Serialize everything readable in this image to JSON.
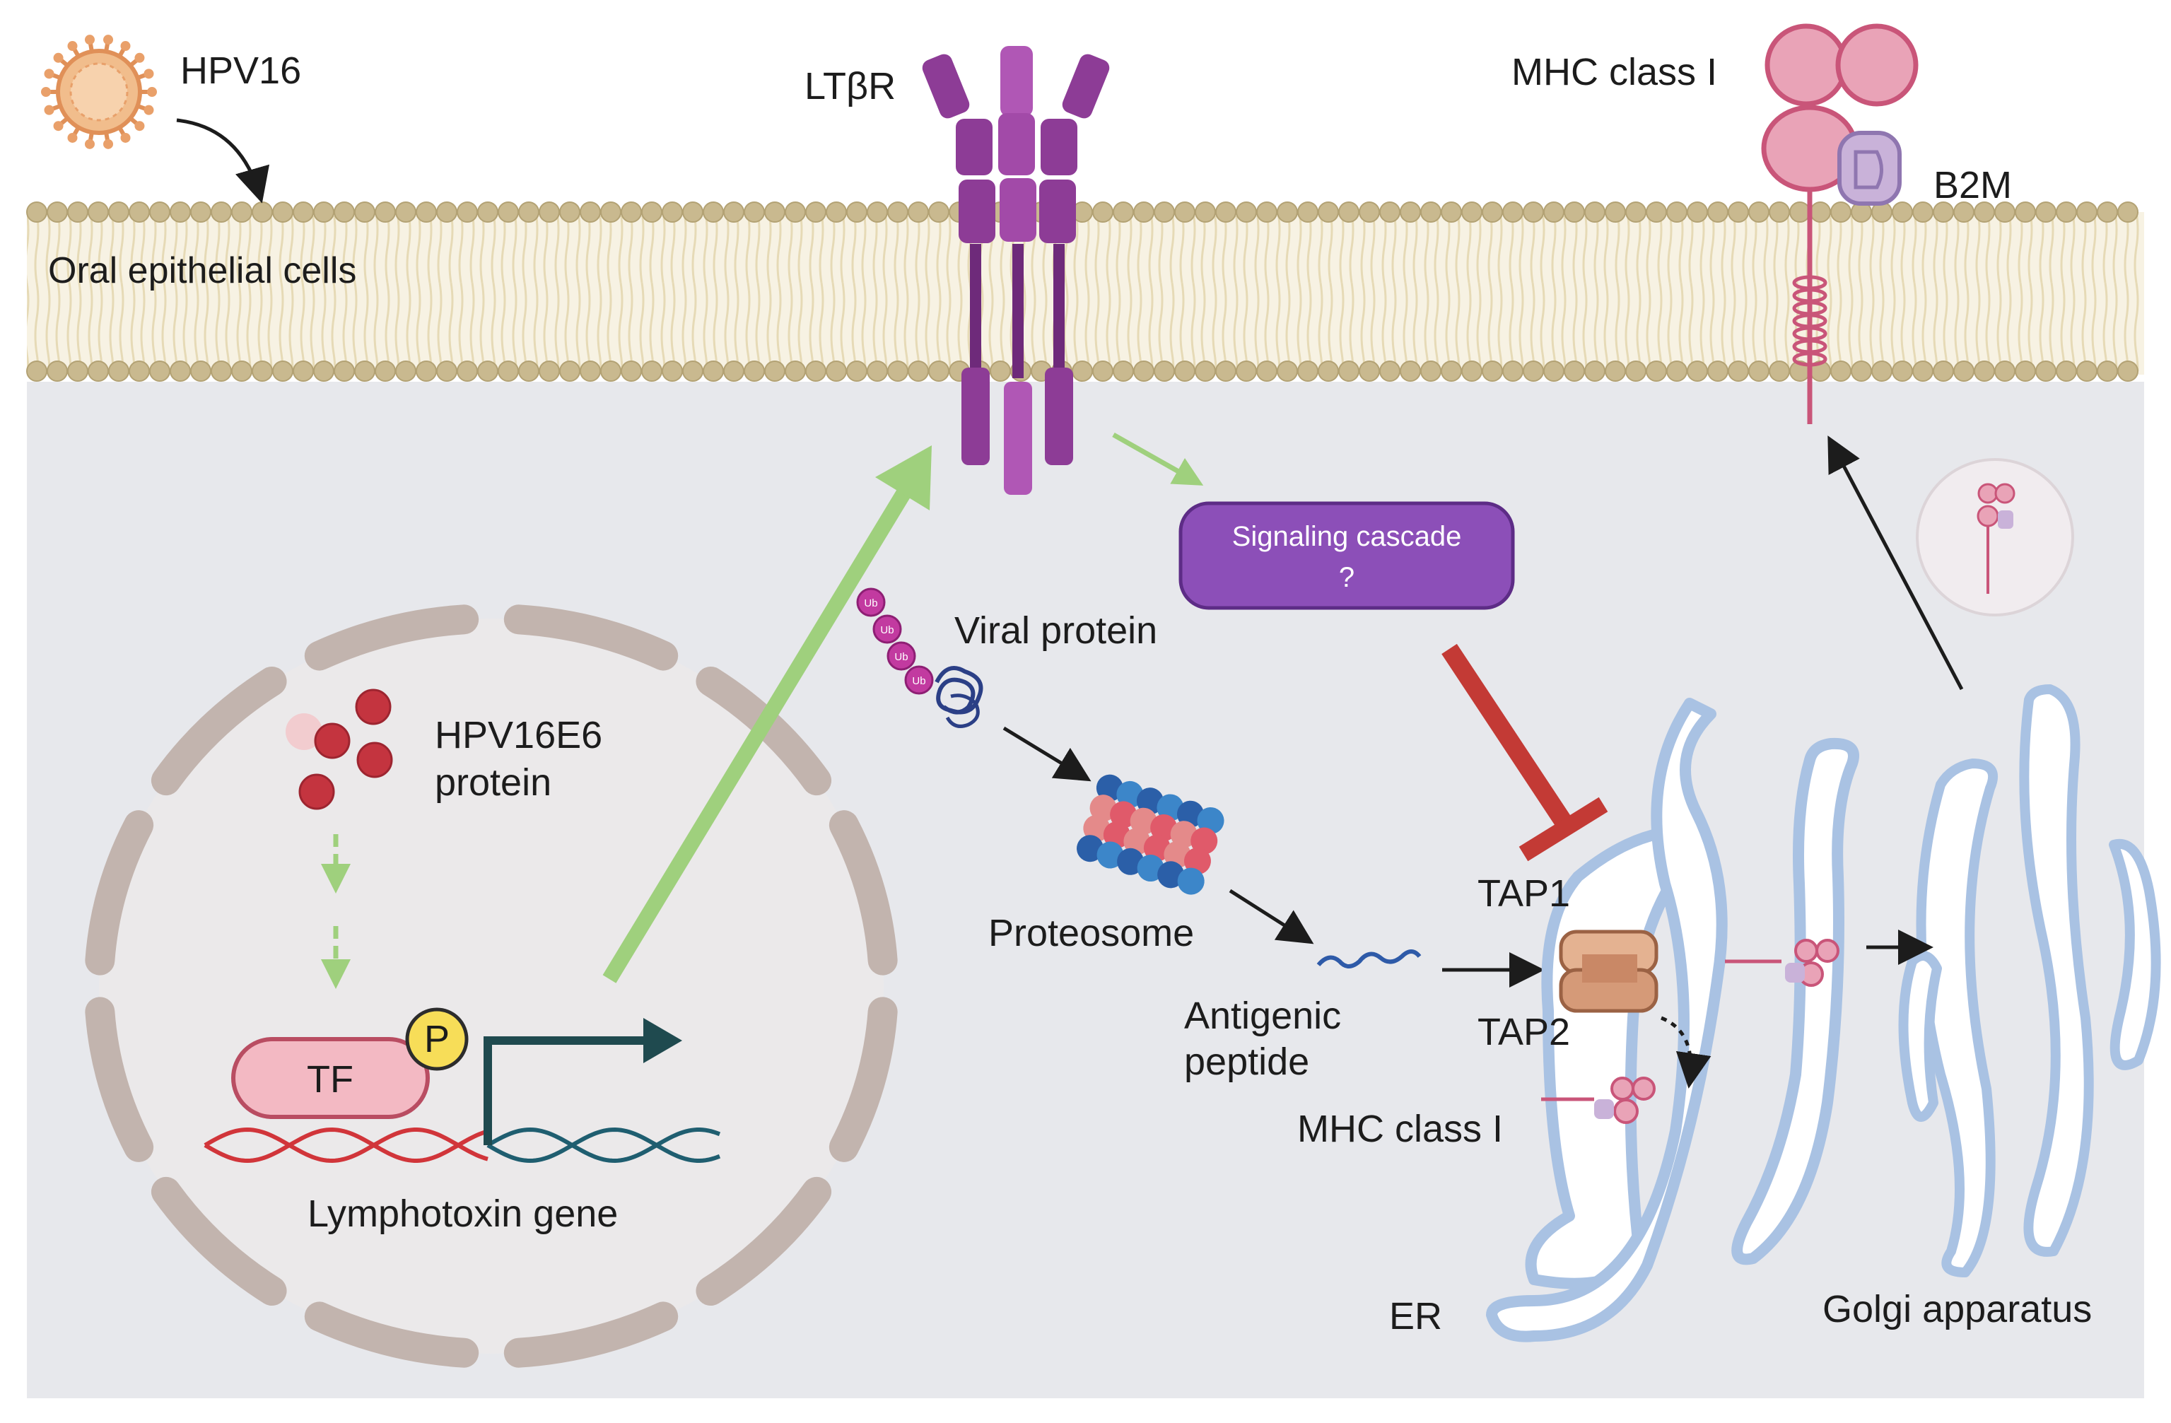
{
  "labels": {
    "hpv16": "HPV16",
    "oral_epithelial_cells": "Oral epithelial cells",
    "ltbr": "LTβR",
    "mhc_class_i_top": "MHC class I",
    "b2m": "B2M",
    "signaling_cascade": "Signaling cascade",
    "signaling_unknown": "?",
    "viral_protein": "Viral protein",
    "hpv16e6_line1": "HPV16E6",
    "hpv16e6_line2": "protein",
    "proteosome": "Proteosome",
    "antigenic_line1": "Antigenic",
    "antigenic_line2": "peptide",
    "tap1": "TAP1",
    "tap2": "TAP2",
    "mhc_class_i_er": "MHC class I",
    "tf": "TF",
    "phospho": "P",
    "lymphotoxin_gene": "Lymphotoxin gene",
    "er": "ER",
    "golgi": "Golgi apparatus",
    "ub": "Ub"
  },
  "colors": {
    "membrane_head": "#c9b98f",
    "membrane_tail": "#e2d6ae",
    "cytoplasm": "#e7e8ec",
    "nucleus_fill": "#ebe9ea",
    "nucleus_rim": "#c2b4ae",
    "ltbr_purple": "#8d3c96",
    "ltbr_light": "#b057b5",
    "mhc_pink": "#e9a3b7",
    "mhc_stroke": "#c95579",
    "b2m": "#c9b2d9",
    "cascade_box": "#8c4fb8",
    "green_arrow": "#9fd07d",
    "red_inhibit": "#c33a35",
    "er_stroke": "#a9c2e3",
    "dna_red": "#d1353a",
    "dna_teal": "#1f5e70",
    "tf_fill": "#f3b9c3",
    "p_fill": "#f7dd58",
    "hpv_orange": "#e9a06a",
    "e6_red": "#c4343f"
  }
}
